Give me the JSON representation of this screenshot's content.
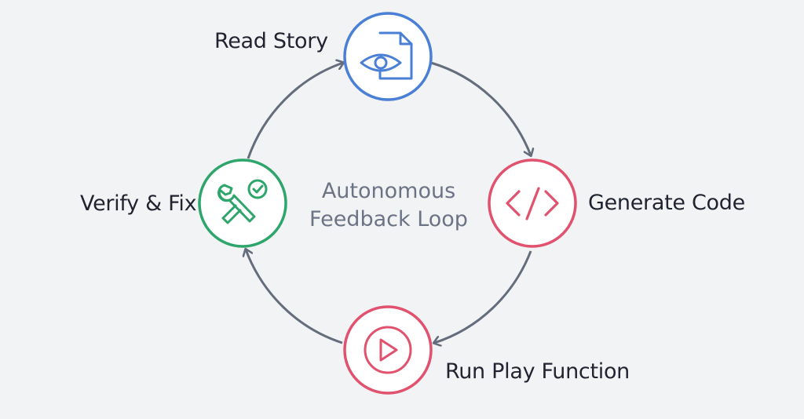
{
  "center": {
    "line1": "Autonomous",
    "line2": "Feedback Loop"
  },
  "nodes": {
    "read": {
      "label": "Read Story",
      "icon": "eye-document-icon",
      "color": "#4a7fd6"
    },
    "generate": {
      "label": "Generate Code",
      "icon": "code-brackets-icon",
      "color": "#e0526e"
    },
    "run": {
      "label": "Run Play Function",
      "icon": "play-icon",
      "color": "#e0526e"
    },
    "verify": {
      "label": "Verify & Fix",
      "icon": "tools-check-icon",
      "color": "#2ea56b"
    }
  },
  "arrow_color": "#646d7c"
}
